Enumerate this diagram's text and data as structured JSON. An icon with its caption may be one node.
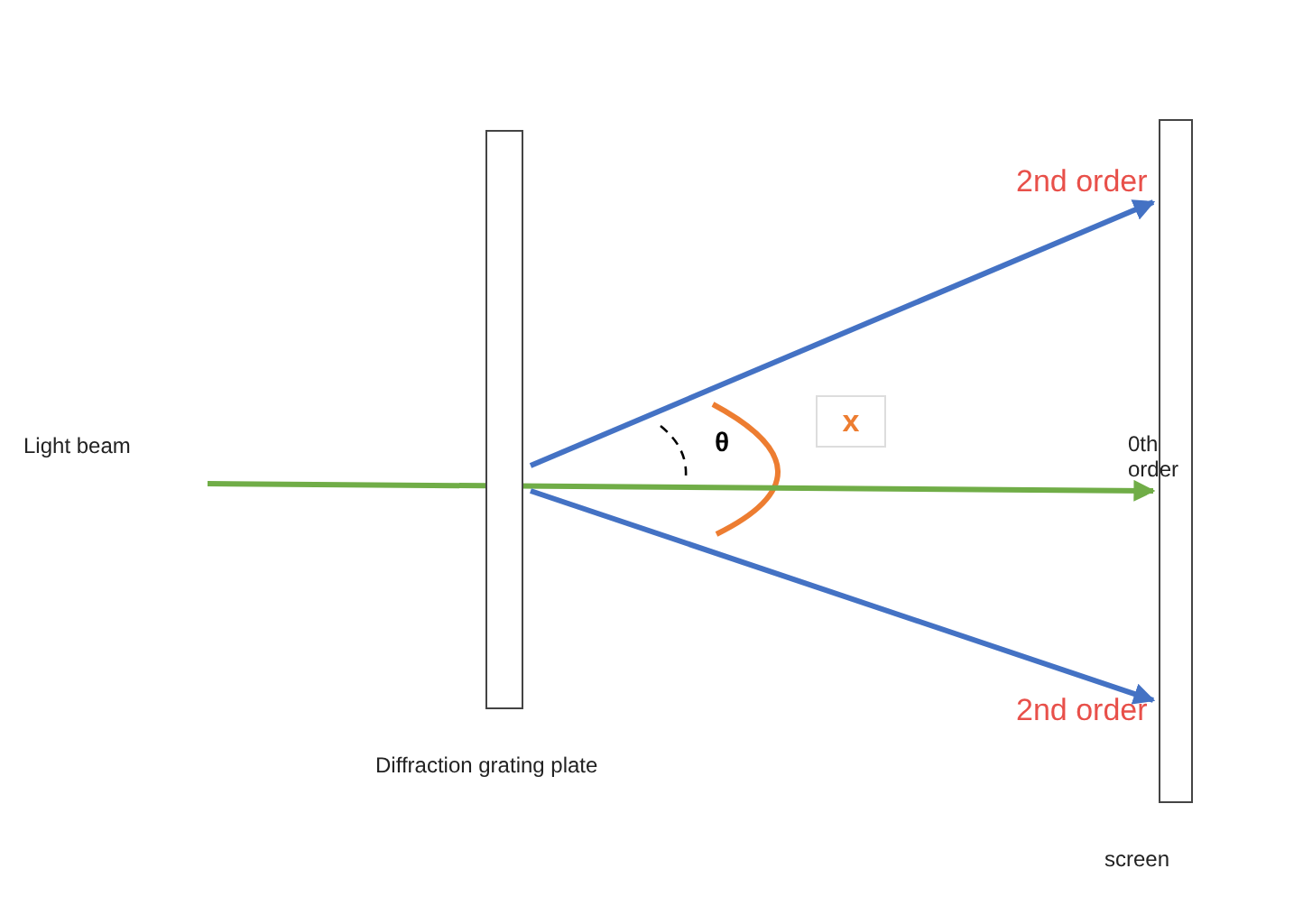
{
  "diagram": {
    "nodes": [
      {
        "text": [
          "Diffraction grating plate"
        ]
      },
      {
        "text": [
          "screen"
        ]
      },
      {
        "text": [
          "x"
        ]
      }
    ],
    "edges": [
      {
        "from": 0,
        "to": 1,
        "arrow": "to"
      },
      {
        "from": null,
        "to": 1,
        "arrow": "to",
        "color": "#70ad47"
      },
      {
        "from": 0,
        "to": 1,
        "arrow": "to"
      }
    ],
    "labels": [
      "2nd order",
      "θ",
      "Light beam",
      "0th order",
      "2nd order"
    ]
  }
}
